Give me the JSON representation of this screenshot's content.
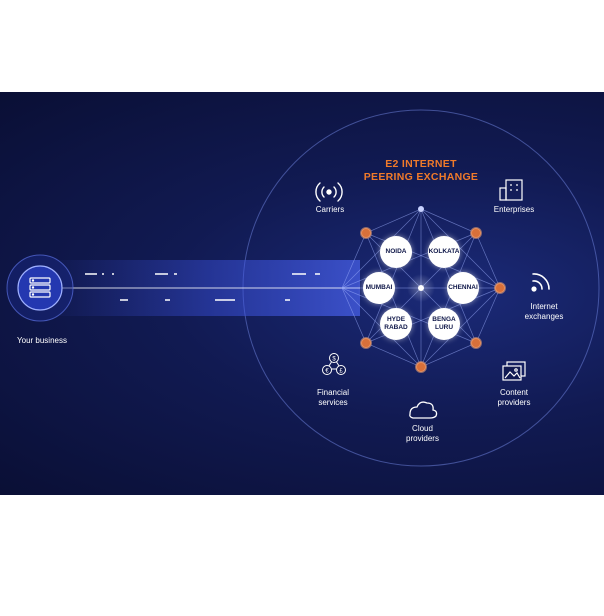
{
  "title_line1": "E2 INTERNET",
  "title_line2": "PEERING EXCHANGE",
  "business_label": "Your business",
  "categories": {
    "carriers": "Carriers",
    "enterprises": "Enterprises",
    "internet_exchanges": "Internet exchanges",
    "content_providers": "Content providers",
    "cloud_providers": "Cloud providers",
    "financial_services": "Financial services"
  },
  "cities": {
    "noida": "NOIDA",
    "kolkata": "KOLKATA",
    "mumbai": "MUMBAI",
    "chennai": "CHENNAI",
    "hyderabad": "HYDE RABAD",
    "bengaluru": "BENGA LURU"
  },
  "financial_icon_letters": [
    "$",
    "€",
    "£"
  ],
  "colors": {
    "accent": "#f07a2a",
    "background": "#111a52",
    "node": "#ffffff"
  }
}
